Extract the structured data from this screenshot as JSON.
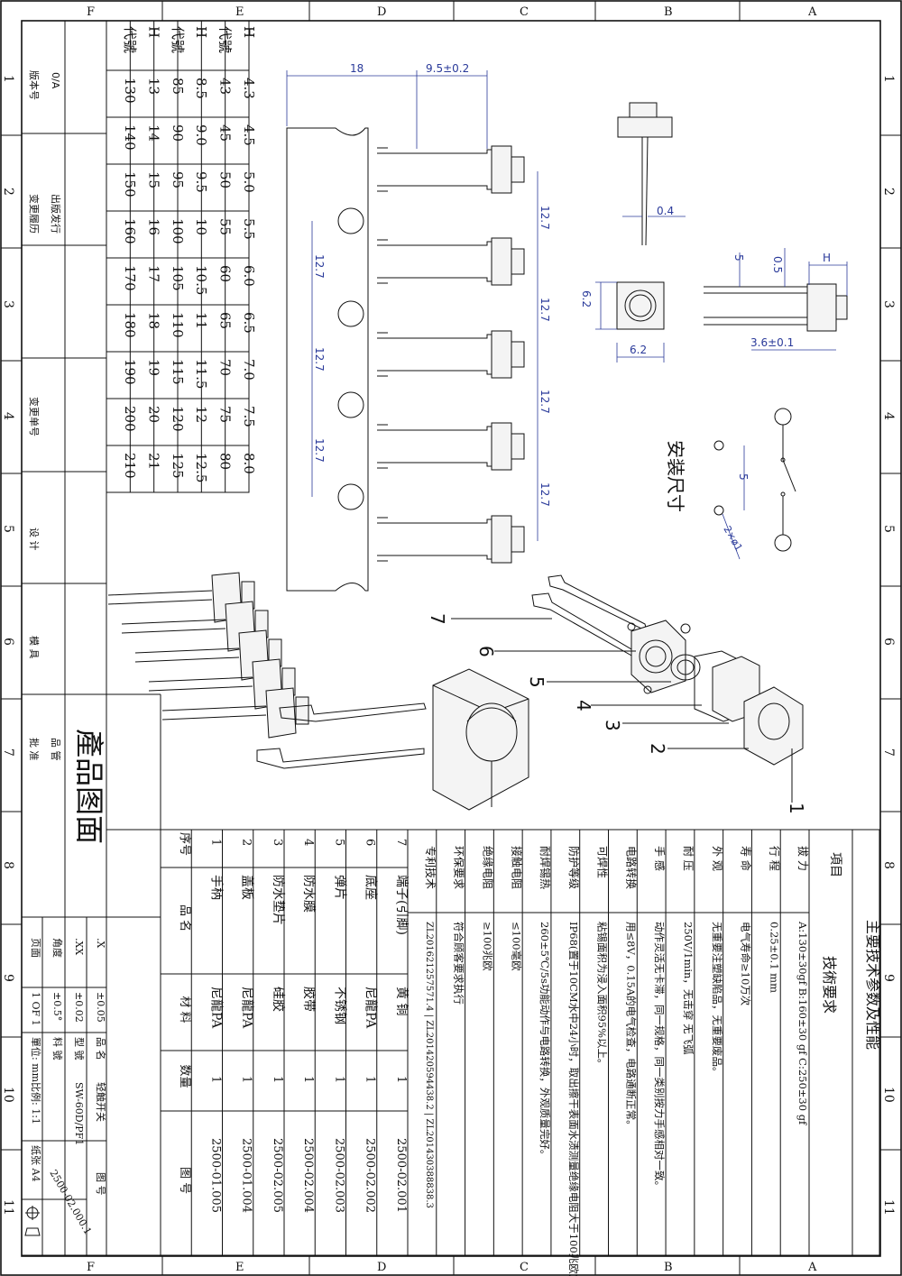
{
  "zone_letters": [
    "F",
    "E",
    "D",
    "C",
    "B",
    "A"
  ],
  "zone_numbers": [
    "1",
    "2",
    "3",
    "4",
    "5",
    "6",
    "7",
    "8",
    "9",
    "10",
    "11"
  ],
  "size_table": {
    "rows": [
      {
        "label": "H",
        "values": [
          "4.3",
          "4.5",
          "5.0",
          "5.5",
          "6.0",
          "6.5",
          "7.0",
          "7.5",
          "8.0"
        ]
      },
      {
        "label": "代號",
        "values": [
          "43",
          "45",
          "50",
          "55",
          "60",
          "65",
          "70",
          "75",
          "80"
        ]
      },
      {
        "label": "H",
        "values": [
          "8.5",
          "9.0",
          "9.5",
          "10",
          "10.5",
          "11",
          "11.5",
          "12",
          "12.5"
        ]
      },
      {
        "label": "代號",
        "values": [
          "85",
          "90",
          "95",
          "100",
          "105",
          "110",
          "115",
          "120",
          "125"
        ]
      },
      {
        "label": "H",
        "values": [
          "13",
          "14",
          "15",
          "16",
          "17",
          "18",
          "19",
          "20",
          "21"
        ]
      },
      {
        "label": "代號",
        "values": [
          "130",
          "140",
          "150",
          "160",
          "170",
          "180",
          "190",
          "200",
          "210"
        ]
      }
    ]
  },
  "title_block": {
    "left_labels": [
      "0/A",
      "版本号",
      "出版发行",
      "变更履历",
      "变更单号",
      "设 计",
      "模 具",
      "品 管",
      "批 准"
    ],
    "product_title": "產品图面"
  },
  "dimensions": {
    "d18": "18",
    "d95": "9.5±0.2",
    "d127": "12.7",
    "d04": "0.4",
    "d62": "6.2",
    "d5": "5",
    "d05": "0.5",
    "dH": "H",
    "d36": "3.6±0.1",
    "d2x1": "2×ø1"
  },
  "install_label": "安装尺寸",
  "callouts": [
    "1",
    "2",
    "3",
    "4",
    "5",
    "6",
    "7"
  ],
  "spec_table": {
    "title": "主要技术参数及性能",
    "subtitle": "技術要求",
    "header": "項目",
    "rows": [
      {
        "item": "拔 力",
        "value": "A:130±30gf  B:160±30 gf  C:250±30 gf"
      },
      {
        "item": "行 程",
        "value": "0.25±0.1 mm"
      },
      {
        "item": "寿 命",
        "value": "电气寿命≥10万次"
      },
      {
        "item": "外 观",
        "value": "无重要注塑缺陷品，无重要废品。"
      },
      {
        "item": "耐 压",
        "value": "250V/1min，无击穿 无飞弧"
      },
      {
        "item": "手 感",
        "value": "动作灵活无卡滞，同一规格，同一类别按力手感相对一致。"
      },
      {
        "item": "电路转换",
        "value": "用≤8V，0.15A的电气检查，电路通断正常。"
      },
      {
        "item": "可焊性",
        "value": "粘锡面积为浸入面积95%以上。"
      },
      {
        "item": "防护等级",
        "value": "IP68(置于10CM水中24小时，取出擦干表面水渍测量绝缘电阻大于100兆欧)"
      },
      {
        "item": "耐焊锡热",
        "value": "260±5℃/5s功能动作与电路转换，外观质量完好。"
      },
      {
        "item": "接触电阻",
        "value": "≤100毫欧"
      },
      {
        "item": "绝缘电阻",
        "value": "≥100兆欧"
      },
      {
        "item": "环保要求",
        "value": "符合顾客要求执行"
      },
      {
        "item": "专利技术",
        "value": "ZL201621257571.4 | ZL201420594438.2 | ZL201430388838.3"
      }
    ]
  },
  "bom": {
    "headers": [
      "序号",
      "品 名",
      "材 料",
      "数量",
      "图 号"
    ],
    "rows": [
      {
        "no": "7",
        "name": "端子(引脚)",
        "material": "黄 铜",
        "qty": "1",
        "drawing": "2500-02.001"
      },
      {
        "no": "6",
        "name": "底座",
        "material": "尼龍PA",
        "qty": "1",
        "drawing": "2500-02.002"
      },
      {
        "no": "5",
        "name": "弹片",
        "material": "不锈钢",
        "qty": "1",
        "drawing": "2500-02.003"
      },
      {
        "no": "4",
        "name": "防水膜",
        "material": "胶带",
        "qty": "1",
        "drawing": "2500-02.004"
      },
      {
        "no": "3",
        "name": "防水垫片",
        "material": "硅胶",
        "qty": "1",
        "drawing": "2500-02.005"
      },
      {
        "no": "2",
        "name": "盖板",
        "material": "尼龍PA",
        "qty": "1",
        "drawing": "2500-01.004"
      },
      {
        "no": "1",
        "name": "手柄",
        "material": "尼龍PA",
        "qty": "1",
        "drawing": "2500-01.005"
      }
    ]
  },
  "tolerance": {
    "rows": [
      {
        "k": ".X",
        "v": "±0.05"
      },
      {
        "k": ".XX",
        "v": "±0.02"
      },
      {
        "k": "角度",
        "v": "±0.5°"
      },
      {
        "k": "页面",
        "v": "1 OF 1"
      }
    ]
  },
  "info": {
    "rows": [
      {
        "k": "品 名",
        "v": "轻触开关"
      },
      {
        "k": "型 號",
        "v": "SW-60D/PF1"
      },
      {
        "k": "料 號",
        "v": ""
      },
      {
        "k": "單位: mm",
        "v": "比例: 1:1"
      }
    ],
    "paper": "纸张 A4",
    "drawing_label": "图 号",
    "drawing_no": "2500-02.000.1"
  }
}
